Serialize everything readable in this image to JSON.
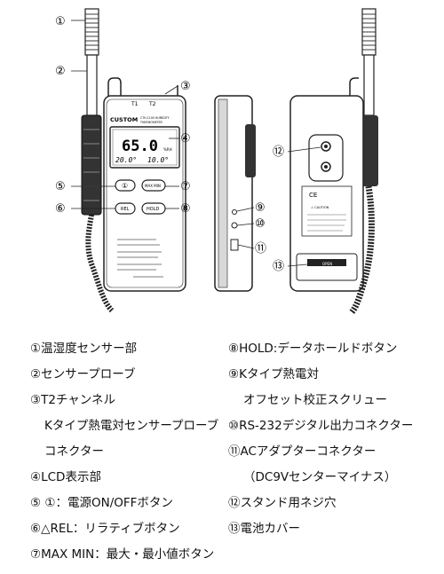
{
  "callouts": {
    "c1": "①",
    "c2": "②",
    "c3": "③",
    "c4": "④",
    "c5": "⑤",
    "c6": "⑥",
    "c7": "⑦",
    "c8": "⑧",
    "c9": "⑨",
    "c10": "⑩",
    "c11": "⑪",
    "c12": "⑫",
    "c13": "⑬"
  },
  "device": {
    "brand": "CUSTOM",
    "model_line1": "CTH-1100 HUMIDITY",
    "model_line2": "THERMOMETER",
    "t1_label": "T1",
    "t2_label": "T2",
    "lcd_main": "65.0",
    "lcd_unit": "%RH",
    "lcd_left": "20.0°",
    "lcd_right": "10.0°",
    "btn_power": "①",
    "btn_maxmin": "MAX MIN",
    "btn_rel": "REL",
    "btn_hold": "HOLD"
  },
  "back": {
    "ce": "CE",
    "caution": "⚠ CAUTION",
    "battery_label": "OPEN"
  },
  "legend": {
    "left": [
      "①温湿度センサー部",
      "②センサープローブ",
      "③T2チャンネル",
      "Kタイプ熱電対センサープローブ",
      "コネクター",
      "④LCD表示部",
      "⑤ ①：電源ON/OFFボタン",
      "⑥△REL：リラティブボタン",
      "⑦MAX MIN：最大・最小値ボタン"
    ],
    "right": [
      "⑧HOLD:データホールドボタン",
      "⑨Kタイプ熱電対",
      "オフセット校正スクリュー",
      "⑩RS-232デジタル出力コネクター",
      "⑪ACアダプターコネクター",
      "（DC9Vセンターマイナス）",
      "⑫スタンド用ネジ穴",
      "⑬電池カバー"
    ]
  }
}
